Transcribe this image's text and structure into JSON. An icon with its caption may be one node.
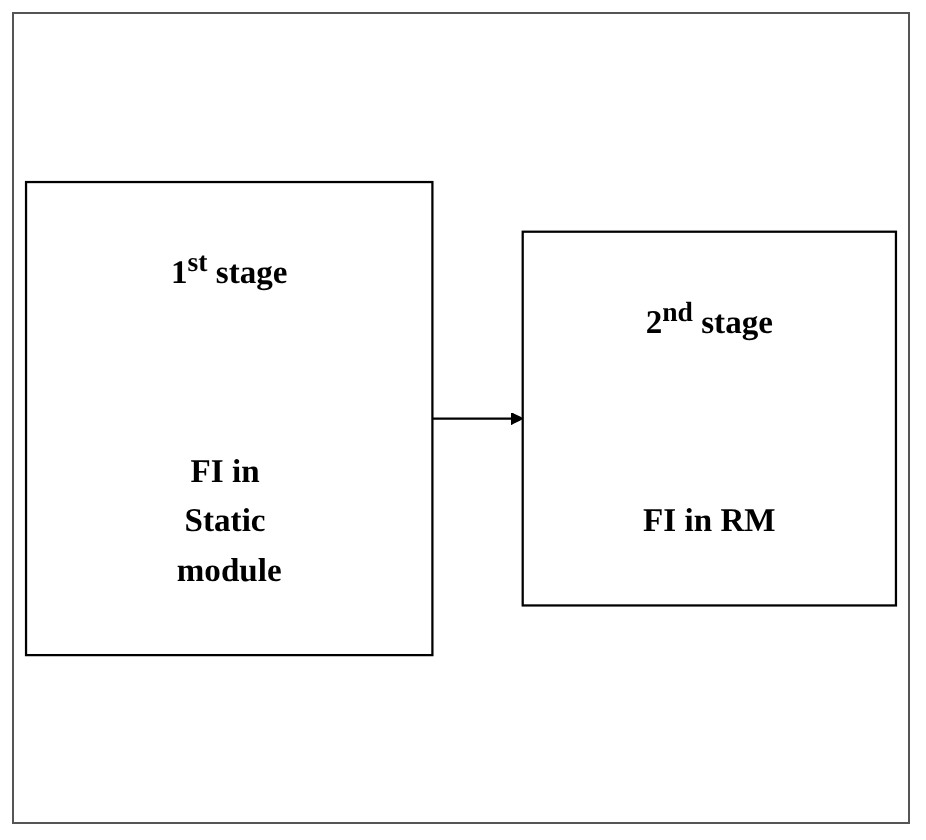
{
  "diagram": {
    "nodes": [
      {
        "text": [
          "1$^{st}$ stage",
          "FI in Static module"
        ]
      },
      {
        "text": [
          "2$^{nd}$ stage",
          "FI in RM"
        ]
      }
    ],
    "edges": [
      {
        "from": 0,
        "to": 1,
        "arrow": "to"
      }
    ]
  }
}
